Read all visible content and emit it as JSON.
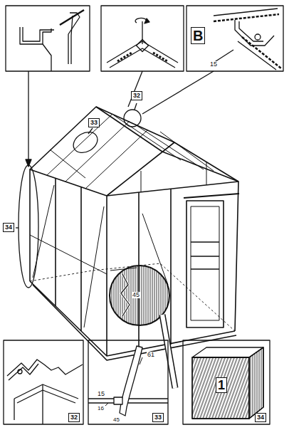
{
  "diagram": {
    "labels": [
      "B",
      "15",
      "32",
      "33",
      "34",
      "45",
      "32",
      "61",
      "15",
      "16",
      "45",
      "33",
      "1",
      "34"
    ]
  }
}
